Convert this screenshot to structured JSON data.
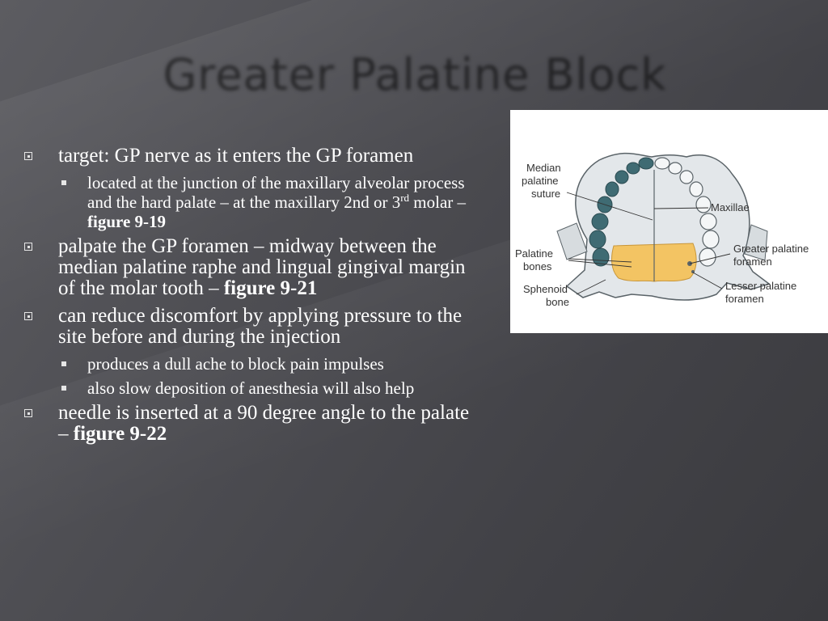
{
  "slide": {
    "title": "Greater Palatine Block",
    "bullets": [
      {
        "text": "target: GP nerve as it enters the GP foramen"
      },
      {
        "text_parts": [
          "located at the junction of the maxillary alveolar process and the hard palate – at the maxillary 2nd or 3",
          "rd",
          " molar – ",
          "figure 9-19"
        ]
      },
      {
        "text_parts": [
          "palpate the GP foramen – midway between the median palatine raphe and lingual gingival margin of the molar tooth – ",
          "figure 9-21"
        ]
      },
      {
        "text": "can reduce discomfort by applying pressure to the site before and during the injection"
      },
      {
        "text": "produces a dull ache to block pain impulses"
      },
      {
        "text": "also slow deposition of anesthesia will also help"
      },
      {
        "text_parts": [
          "needle is inserted at a 90 degree angle to the palate – ",
          "figure 9-22"
        ]
      }
    ]
  },
  "figure": {
    "labels": {
      "median_1": "Median",
      "median_2": "palatine",
      "median_3": "suture",
      "maxillae": "Maxillae",
      "palatine_1": "Palatine",
      "palatine_2": "bones",
      "sphenoid_1": "Sphenoid",
      "sphenoid_2": "bone",
      "greater_1": "Greater palatine",
      "greater_2": "foramen",
      "lesser_1": "Lesser palatine",
      "lesser_2": "foramen"
    },
    "colors": {
      "bone": "#e3e7ea",
      "palatine_bone": "#f3c463",
      "teeth": "#3f6b73"
    }
  },
  "colors": {
    "title_gold": "#e2cf8a",
    "text": "#ffffff"
  }
}
